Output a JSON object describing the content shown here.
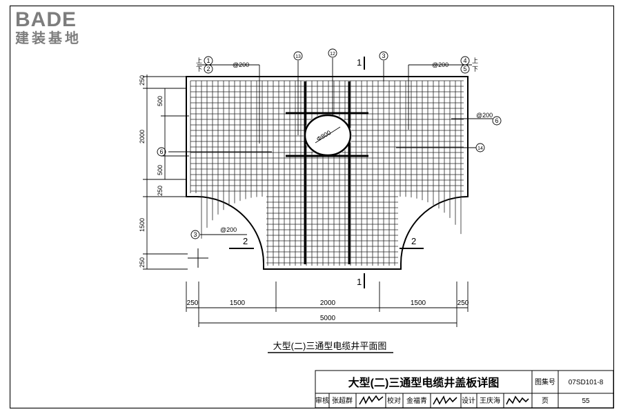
{
  "logo": {
    "brand": "BADE",
    "subtitle": "建装基地"
  },
  "drawing": {
    "caption": "大型(二)三通型电缆井平面图",
    "manhole_dia": "Φ800",
    "spacing": "@200",
    "section_mark": "1",
    "section_mark_side": "2",
    "up": "上",
    "down": "下",
    "callouts": {
      "c1": "1",
      "c2": "2",
      "c3": "3",
      "c4": "4",
      "c5": "5",
      "c6": "6",
      "c12": "12",
      "c13": "13",
      "c14": "14"
    },
    "dims_left": {
      "d250_top": "250",
      "d500_a": "500",
      "d2000": "2000",
      "d500_b": "500",
      "d250_mid": "250",
      "d1500": "1500",
      "d250_bot": "250"
    },
    "dims_bottom": {
      "b250_l": "250",
      "b1500_l": "1500",
      "b2000": "2000",
      "b1500_r": "1500",
      "b250_r": "250",
      "total": "5000"
    }
  },
  "title_block": {
    "title": "大型(二)三通型电缆井盖板详图",
    "atlas_label": "图集号",
    "atlas_no": "07SD101-8",
    "review_label": "审核",
    "reviewer": "张超群",
    "check_label": "校对",
    "checker": "金福青",
    "design_label": "设计",
    "designer": "王庆海",
    "page_label": "页",
    "page_no": "55"
  }
}
